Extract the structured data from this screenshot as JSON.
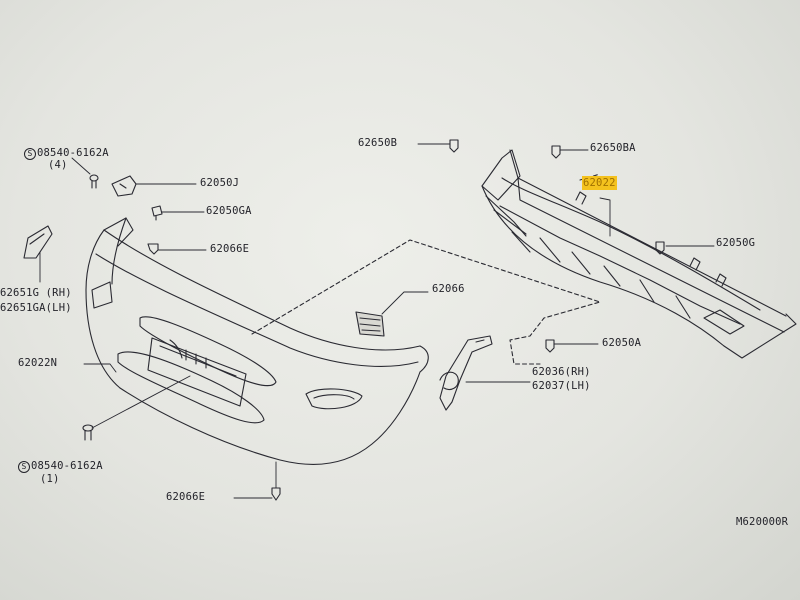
{
  "diagram": {
    "drawing_code": "M620000R",
    "parts": {
      "bolt_top": {
        "prefix": "S",
        "number": "08540-6162A",
        "qty": "(4)"
      },
      "bracket_j": "62050J",
      "clip_ga": "62050GA",
      "clip_e_top": "62066E",
      "side_bracket_rh": "62651G (RH)",
      "side_bracket_lh": "62651GA(LH)",
      "bumper_fascia": "62022N",
      "bolt_bottom": {
        "prefix": "S",
        "number": "08540-6162A",
        "qty": "(1)"
      },
      "clip_e_bottom": "62066E",
      "pad": "62066",
      "clip_b": "62650B",
      "clip_ba": "62650BA",
      "reinforcement": "62022",
      "clip_g": "62050G",
      "clip_a": "62050A",
      "stay_rh": "62036(RH)",
      "stay_lh": "62037(LH)"
    },
    "highlight_color": "#f4c21e",
    "line_color": "#2a2a32"
  }
}
